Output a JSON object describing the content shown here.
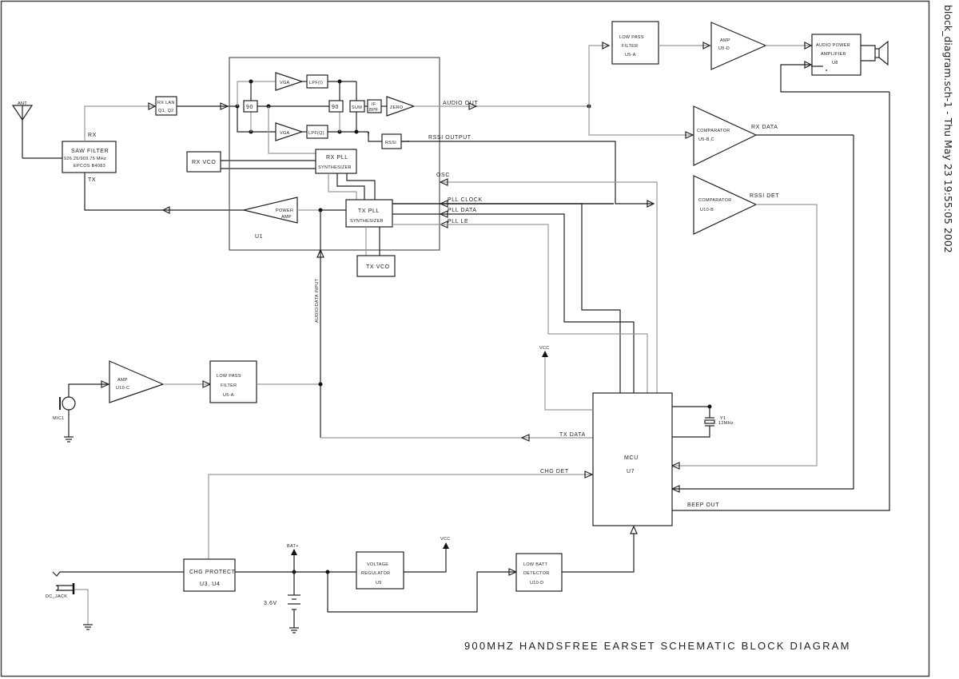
{
  "sheet": {
    "title": "900MHZ HANDSFREE EARSET SCHEMATIC BLOCK DIAGRAM",
    "stamp": "block_diagram.sch-1 - Thu May 23 19:55:05 2002"
  },
  "rf": {
    "antenna": "ANT",
    "rx_label": "RX",
    "tx_label": "TX",
    "saw_filter": {
      "line1": "SAW FILTER",
      "line2": "926.25/903.75 MHz",
      "line3": "EPCOS B4083"
    },
    "rx_lan": {
      "line1": "RX LAN",
      "line2": "Q1, Q2"
    },
    "rx_vco": "RX VCO",
    "tx_vco": "TX VCO",
    "power_amp": {
      "line1": "POWER",
      "line2": "AMP"
    }
  },
  "u1": {
    "ref": "U1",
    "vga_i": "VGA",
    "vga_q": "VGA",
    "lpf_i": "LPF(I)",
    "lpf_q": "LPF(Q)",
    "phase_a": "90",
    "phase_b": "90",
    "sum": "SUM",
    "if_bpf": {
      "line1": "IF",
      "line2": "BPF"
    },
    "zero": "ZERO",
    "rssi": "RSSI",
    "rx_pll": {
      "line1": "RX PLL",
      "line2": "SYNTHESIZER"
    },
    "tx_pll": {
      "line1": "TX PLL",
      "line2": "SYNTHESIZER"
    }
  },
  "nets": {
    "audio_out": "AUDIO OUT",
    "rssi_output": "RSSI OUTPUT",
    "osc": "OSC",
    "pll_clock": "PLL CLOCK",
    "pll_data": "PLL DATA",
    "pll_le": "PLL LE",
    "audio_data_input": "AUDIO/DATA INPUT",
    "rx_data": "RX DATA",
    "rssi_det": "RSSI DET",
    "tx_data": "TX DATA",
    "chg_det": "CHG DET",
    "beep_out": "BEEP OUT",
    "vcc": "VCC",
    "bat_plus": "BAT+",
    "battery_voltage": "3.6V"
  },
  "audio_rx": {
    "lpf": {
      "line1": "LOW PASS",
      "line2": "FILTER",
      "line3": "U5-A"
    },
    "amp": {
      "line1": "AMP",
      "line2": "U5-D"
    },
    "power_amp": {
      "line1": "AUDIO POWER",
      "line2": "AMPLIFIER",
      "line3": "U8"
    },
    "comparator_rx": {
      "line1": "COMPARATOR",
      "line2": "U5-B,C"
    },
    "comparator_rssi": {
      "line1": "COMPARATOR",
      "line2": "U10-B"
    }
  },
  "audio_tx": {
    "mic": "MIC1",
    "amp": {
      "line1": "AMP",
      "line2": "U10-C"
    },
    "lpf": {
      "line1": "LOW PASS",
      "line2": "FILTER",
      "line3": "U5-A"
    }
  },
  "mcu": {
    "line1": "MCU",
    "line2": "U7"
  },
  "crystal": {
    "ref": "Y1",
    "freq": "12MHz"
  },
  "power": {
    "dc_jack": "DC_JACK",
    "chg_protect": {
      "line1": "CHG PROTECT",
      "line2": "U3, U4"
    },
    "regulator": {
      "line1": "VOLTAGE",
      "line2": "REGULATOR",
      "line3": "U9"
    },
    "low_batt": {
      "line1": "LOW BATT",
      "line2": "DETECTOR",
      "line3": "U10-D"
    }
  }
}
